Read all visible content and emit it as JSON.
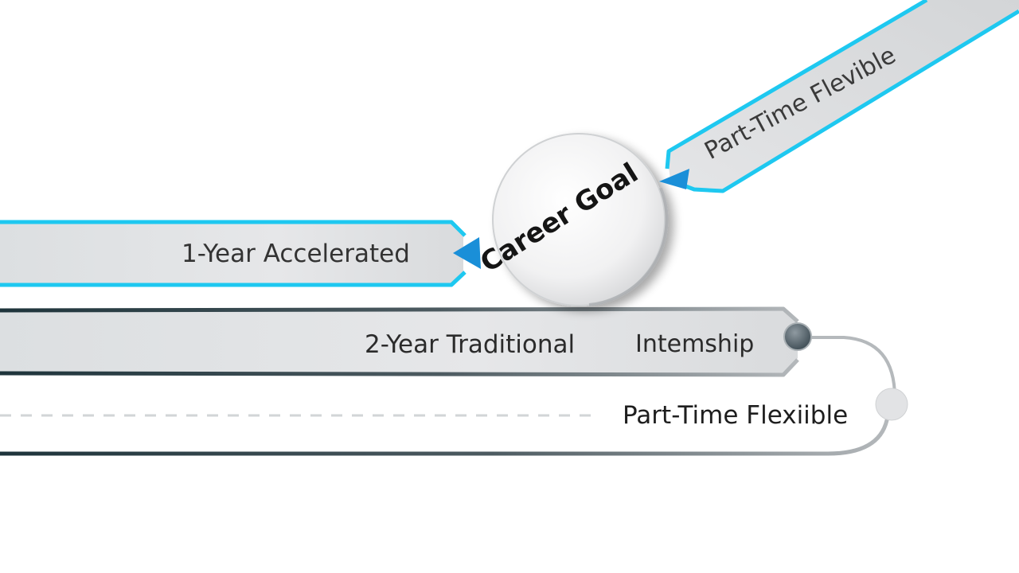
{
  "goal": {
    "label": "Career Goal"
  },
  "paths": {
    "accelerated": {
      "label": "1-Year Accelerated"
    },
    "traditional": {
      "label": "2-Year Traditional"
    },
    "internship": {
      "label": "Intemship"
    },
    "parttime_top": {
      "label": "Part-Time Flevible"
    },
    "parttime_bottom": {
      "label": "Part-Time Flexiible"
    }
  },
  "colors": {
    "accent": "#1ec8f0",
    "arrow": "#1a8fd8",
    "band_fill": "#e2e4e6",
    "dark_line": "#24383f",
    "circle_fill": "#f4f4f5"
  }
}
